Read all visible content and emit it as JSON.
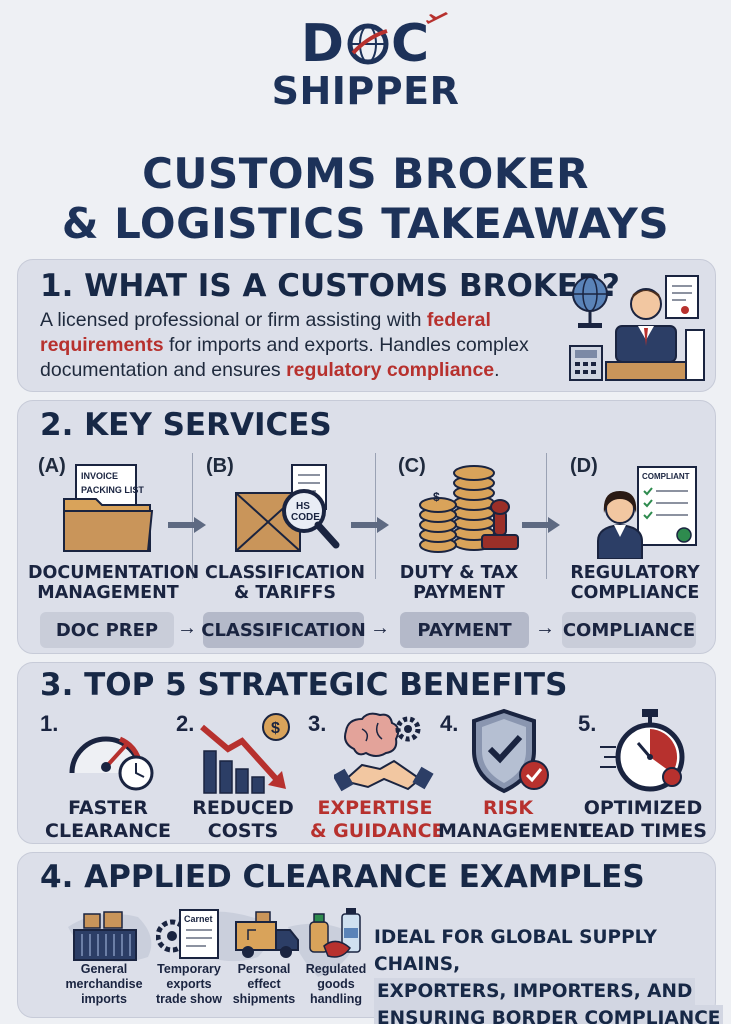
{
  "logo": {
    "line1_a": "D",
    "line1_b": "C",
    "line2": "SHIPPER"
  },
  "title": {
    "line1": "CUSTOMS BROKER",
    "line2": "& LOGISTICS TAKEAWAYS"
  },
  "section1": {
    "heading": "1. WHAT IS A CUSTOMS BROKER?",
    "text_a": "A licensed professional or firm assisting with ",
    "hl_a": "federal requirements",
    "text_b": " for imports and exports. Handles complex documentation and ensures ",
    "hl_b": "regulatory compliance",
    "text_c": "."
  },
  "section2": {
    "heading": "2. KEY SERVICES",
    "services": [
      {
        "letter": "(A)",
        "label1": "DOCUMENTATION",
        "label2": "MANAGEMENT",
        "doc1": "INVOICE",
        "doc2": "PACKING LIST"
      },
      {
        "letter": "(B)",
        "label1": "CLASSIFICATION",
        "label2": "& TARIFFS",
        "tag1": "HS",
        "tag2": "CODE"
      },
      {
        "letter": "(C)",
        "label1": "DUTY & TAX",
        "label2": "PAYMENT"
      },
      {
        "letter": "(D)",
        "label1": "REGULATORY",
        "label2": "COMPLIANCE",
        "sheet": "COMPLIANT"
      }
    ],
    "flow": [
      "DOC PREP",
      "CLASSIFICATION",
      "PAYMENT",
      "COMPLIANCE"
    ],
    "flow_arrow": "→"
  },
  "section3": {
    "heading": "3. TOP 5 STRATEGIC BENEFITS",
    "benefits": [
      {
        "num": "1.",
        "l1": "FASTER",
        "l2": "CLEARANCE"
      },
      {
        "num": "2.",
        "l1": "REDUCED",
        "l2": "COSTS"
      },
      {
        "num": "3.",
        "l1": "EXPERTISE",
        "l2": "& GUIDANCE"
      },
      {
        "num": "4.",
        "l1": "RISK",
        "l2": "MANAGEMENT"
      },
      {
        "num": "5.",
        "l1": "OPTIMIZED",
        "l2": "LEAD TIMES"
      }
    ],
    "dollar": "$"
  },
  "section4": {
    "heading": "4. APPLIED CLEARANCE EXAMPLES",
    "examples": [
      {
        "l1": "General",
        "l2": "merchandise",
        "l3": "imports"
      },
      {
        "l1": "Temporary",
        "l2": "exports",
        "l3": "trade show",
        "tag": "Carnet"
      },
      {
        "l1": "Personal",
        "l2": "effect",
        "l3": "shipments"
      },
      {
        "l1": "Regulated",
        "l2": "goods",
        "l3": "handling"
      }
    ],
    "cta1": "IDEAL FOR GLOBAL SUPPLY CHAINS,",
    "cta2": "EXPORTERS, IMPORTERS, AND",
    "cta3": "ENSURING BORDER COMPLIANCE"
  },
  "colors": {
    "navy": "#1d3259",
    "red": "#b7312e",
    "panel": "#dcdfe9",
    "tan": "#c9955a"
  }
}
